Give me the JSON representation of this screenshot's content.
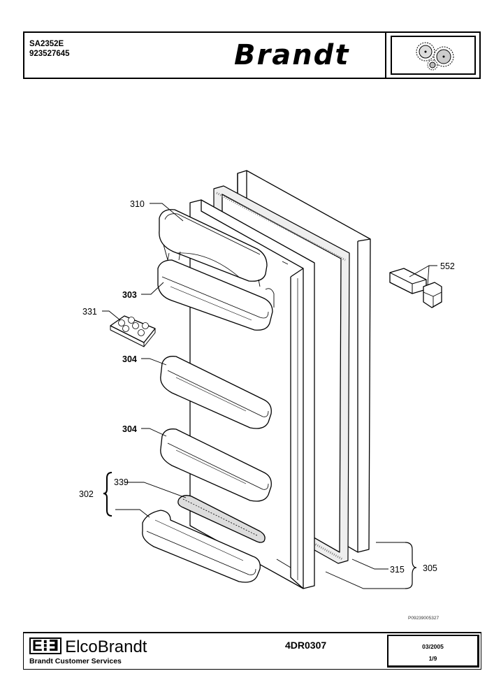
{
  "header": {
    "model": "SA2352E",
    "product_number": "923527645",
    "brand": "Brandt",
    "gear_logo": "gears-icon"
  },
  "parts": {
    "door_panel": "305",
    "gasket": "315",
    "top_cover": "310",
    "top_shelf": "303",
    "egg_tray": "331",
    "shelf_middle": "304",
    "shelf_lower": "304",
    "bottle_assembly": "302",
    "bottle_retainer": "339",
    "hinge": "552"
  },
  "reference_code": "P09239005327",
  "footer": {
    "manufacturer": "ElcoBrandt",
    "manufacturer_mark": "E⁝∃",
    "services": "Brandt Customer Services",
    "document_code": "4DR0307",
    "date": "03/2005",
    "page": "1/9"
  }
}
